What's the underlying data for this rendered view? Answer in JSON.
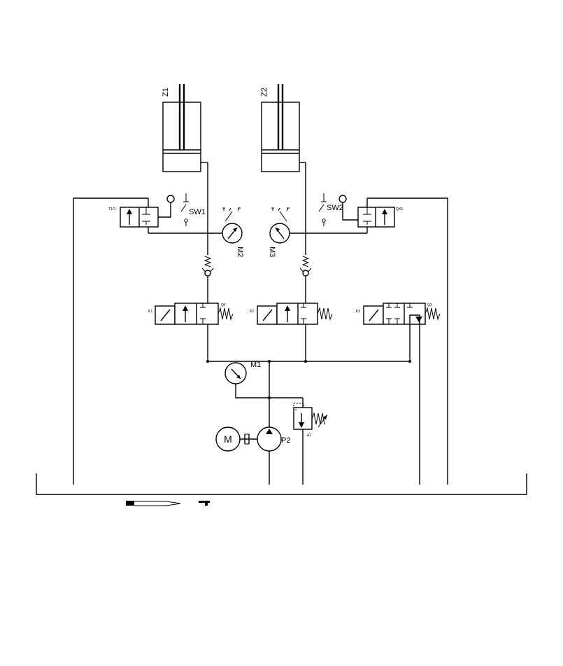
{
  "labels": {
    "cyl1": "Z1",
    "cyl2": "Z2",
    "sw1": "SW1",
    "sw2": "SW2",
    "gauge_m1": "M1",
    "gauge_m2": "M2",
    "gauge_m3": "M3",
    "pump": "P2",
    "motor": "M",
    "coil_k1": "K1",
    "coil_k2": "K2",
    "coil_k3": "K3",
    "valve_q4": "Q4",
    "valve_q3": "Q3"
  }
}
